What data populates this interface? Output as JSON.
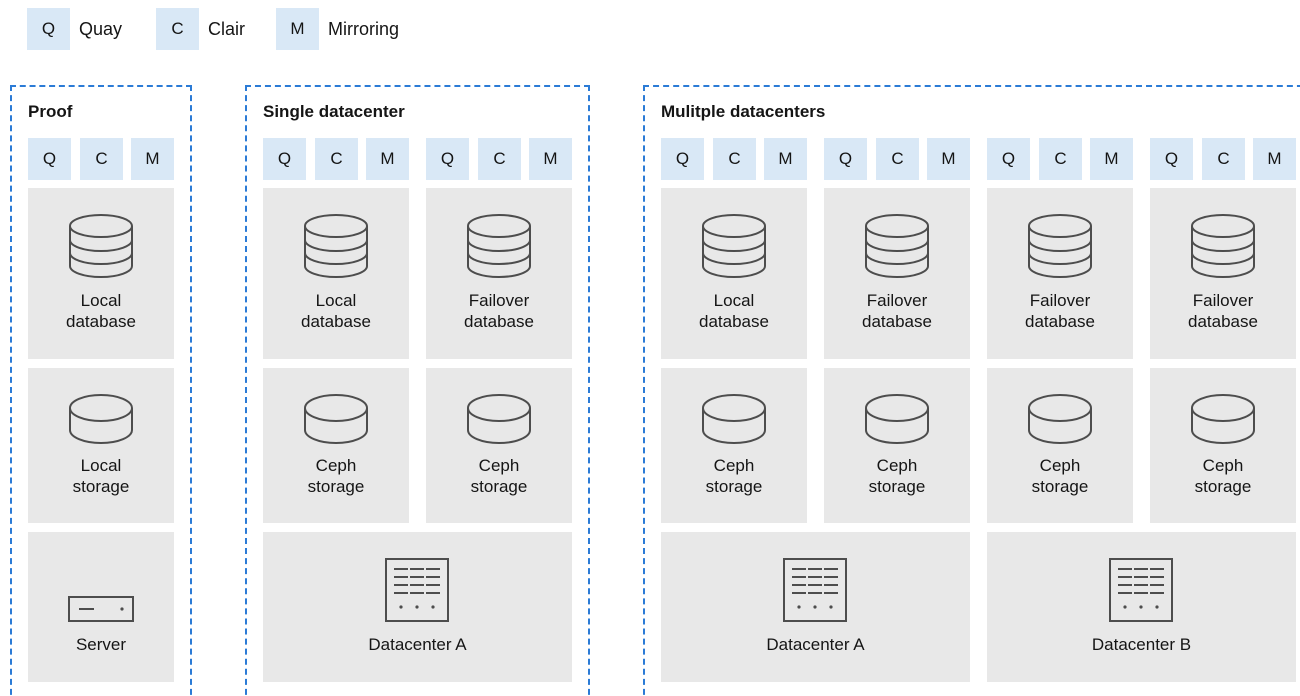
{
  "legend": [
    {
      "letter": "Q",
      "label": "Quay"
    },
    {
      "letter": "C",
      "label": "Clair"
    },
    {
      "letter": "M",
      "label": "Mirroring"
    }
  ],
  "sections": [
    {
      "title": "Proof"
    },
    {
      "title": "Single datacenter"
    },
    {
      "title": "Mulitple datacenters"
    }
  ],
  "chip_letters": [
    "Q",
    "C",
    "M"
  ],
  "labels": {
    "local_database": "Local database",
    "failover_database": "Failover database",
    "local_storage": "Local storage",
    "ceph_storage": "Ceph storage",
    "server": "Server",
    "datacenter_a": "Datacenter A",
    "datacenter_b": "Datacenter B"
  },
  "colors": {
    "chip_fill": "#d9e8f6",
    "tile_fill": "#e8e8e8",
    "border": "#2b7bd6",
    "icon_stroke": "#4d4d4d"
  },
  "icons": {
    "database": "database-icon",
    "storage": "storage-icon",
    "server": "server-icon",
    "datacenter": "datacenter-icon"
  }
}
